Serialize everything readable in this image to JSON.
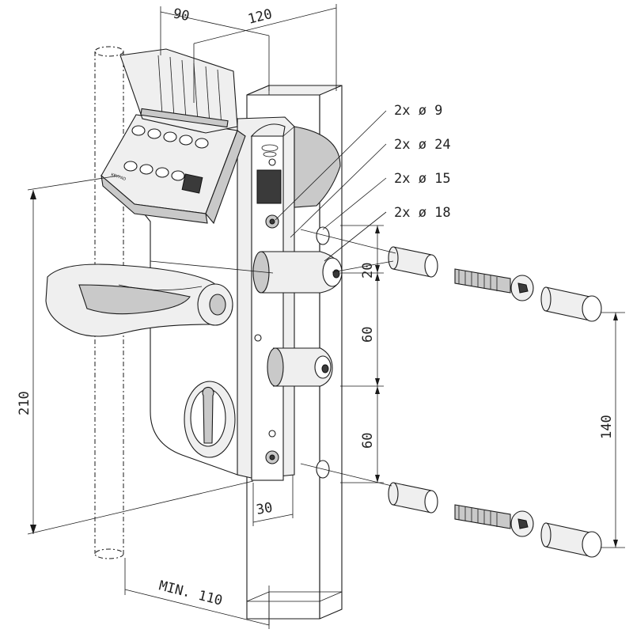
{
  "dimensions": {
    "top_90": "90",
    "top_120": "120",
    "height_210": "210",
    "spacing_20": "20",
    "spacing_60_upper": "60",
    "spacing_60_lower": "60",
    "spacing_140": "140",
    "width_30": "30",
    "min_110": "MIN. 110"
  },
  "callouts": [
    {
      "label": "2x ø 9"
    },
    {
      "label": "2x ø 24"
    },
    {
      "label": "2x ø 15"
    },
    {
      "label": "2x ø 18"
    }
  ],
  "keypad_label": "KEYPAD"
}
